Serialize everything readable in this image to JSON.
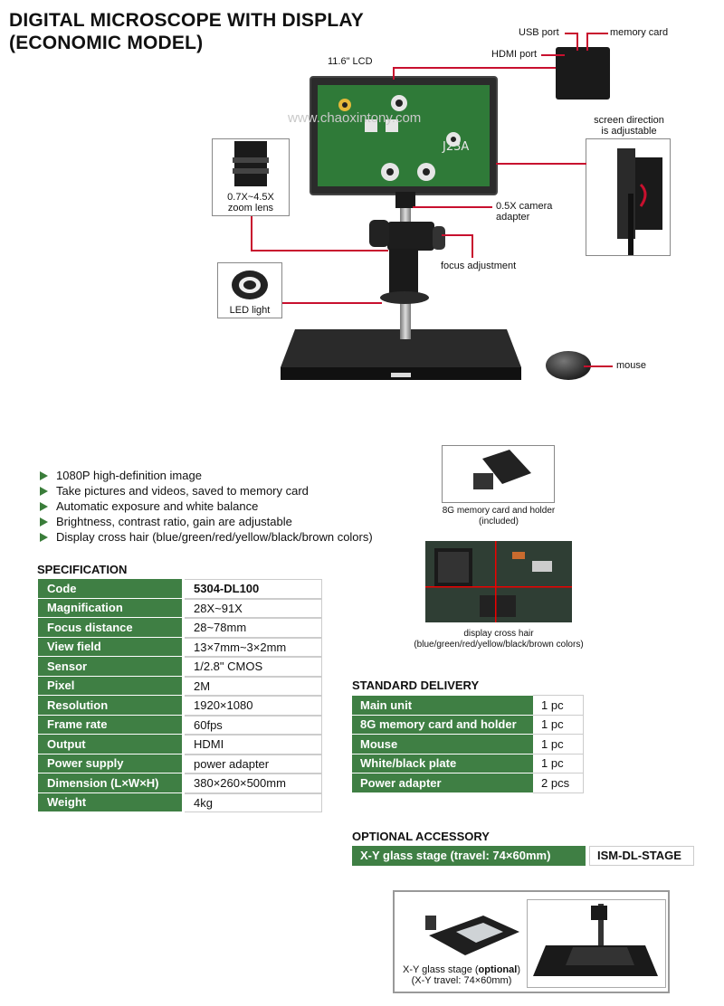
{
  "title_line1": "DIGITAL MICROSCOPE WITH DISPLAY",
  "title_line2": "(ECONOMIC MODEL)",
  "labels": {
    "lcd": "11.6\" LCD",
    "usb": "USB port",
    "memory": "memory card",
    "hdmi": "HDMI port",
    "screen_dir_1": "screen direction",
    "screen_dir_2": "is adjustable",
    "zoom_1": "0.7X~4.5X",
    "zoom_2": "zoom lens",
    "adapter_1": "0.5X camera",
    "adapter_2": "adapter",
    "focus": "focus adjustment",
    "led": "LED light",
    "mouse": "mouse",
    "card_1": "8G memory card and holder",
    "card_2": "(included)",
    "cross_1": "display cross hair",
    "cross_2": "(blue/green/red/yellow/black/brown colors)",
    "stage_1a": "X-Y glass stage (",
    "stage_1b": "optional",
    "stage_1c": ")",
    "stage_2": "(X-Y travel: 74×60mm)",
    "watermark": "www.chaoxintony.com"
  },
  "features": [
    "1080P high-definition image",
    "Take pictures and videos, saved to memory card",
    "Automatic exposure and white balance",
    "Brightness, contrast ratio,  gain are adjustable",
    "Display cross hair (blue/green/red/yellow/black/brown colors)"
  ],
  "spec_title": "SPECIFICATION",
  "spec": [
    {
      "k": "Code",
      "v": "5304-DL100"
    },
    {
      "k": "Magnification",
      "v": "28X~91X"
    },
    {
      "k": "Focus distance",
      "v": "28~78mm"
    },
    {
      "k": "View field",
      "v": "13×7mm~3×2mm"
    },
    {
      "k": "Sensor",
      "v": "1/2.8\" CMOS"
    },
    {
      "k": "Pixel",
      "v": "2M"
    },
    {
      "k": "Resolution",
      "v": "1920×1080"
    },
    {
      "k": "Frame rate",
      "v": "60fps"
    },
    {
      "k": "Output",
      "v": "HDMI"
    },
    {
      "k": "Power supply",
      "v": "power adapter"
    },
    {
      "k": "Dimension (L×W×H)",
      "v": "380×260×500mm"
    },
    {
      "k": "Weight",
      "v": "4kg"
    }
  ],
  "delivery_title": "STANDARD DELIVERY",
  "delivery": [
    {
      "k": "Main unit",
      "v": "1 pc"
    },
    {
      "k": "8G memory card and holder",
      "v": "1 pc"
    },
    {
      "k": "Mouse",
      "v": "1 pc"
    },
    {
      "k": "White/black plate",
      "v": "1 pc"
    },
    {
      "k": "Power adapter",
      "v": "2 pcs"
    }
  ],
  "optional_title": "OPTIONAL ACCESSORY",
  "optional": {
    "k": "X-Y glass stage (travel: 74×60mm)",
    "v": "ISM-DL-STAGE"
  },
  "colors": {
    "green": "#3f7f44",
    "red_line": "#c8102e"
  }
}
